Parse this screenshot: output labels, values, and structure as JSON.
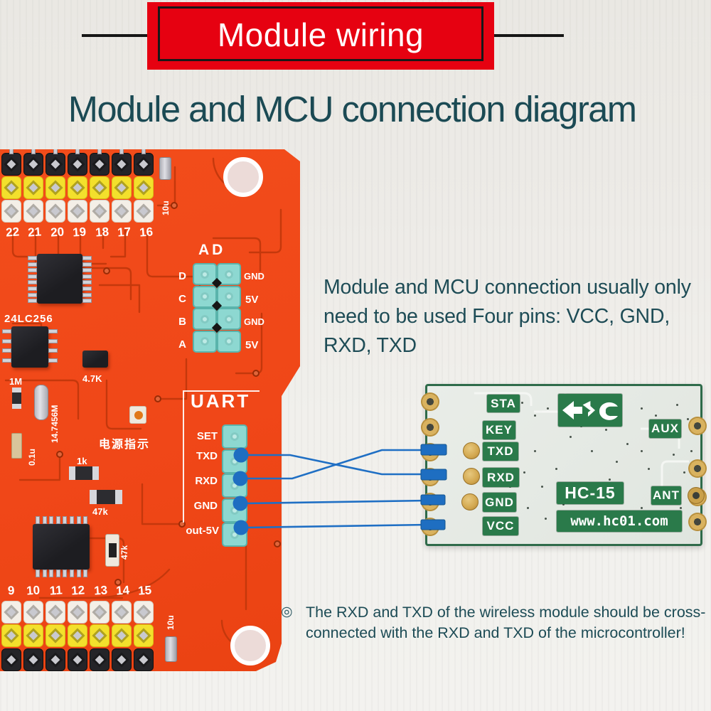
{
  "banner": {
    "label": "Module wiring"
  },
  "heading": "Module and MCU connection diagram",
  "description": "Module and MCU connection usually only need to be used Four pins: VCC, GND, RXD, TXD",
  "note": {
    "icon": "◎",
    "text": "The RXD and TXD of the wireless module should be cross-connected with the RXD and TXD of the microcontroller!"
  },
  "colors": {
    "banner_red": "#e60111",
    "text_teal": "#1c4b55",
    "pcb_orange": "#f04718",
    "trace_dark": "#c2380c",
    "header_teal": "#8dd8d1",
    "wire_blue": "#1f6fc4",
    "module_green": "#2a7a4a",
    "gold": "#d3a958",
    "cap_yellow": "#f3e02c"
  },
  "pcb": {
    "top_pins": [
      "22",
      "21",
      "20",
      "19",
      "18",
      "17",
      "16"
    ],
    "bottom_pins": [
      "9",
      "10",
      "11",
      "12",
      "13",
      "14",
      "15"
    ],
    "ad": {
      "title": "AD",
      "left_labels": [
        "D",
        "C",
        "B",
        "A"
      ],
      "right_labels": [
        "GND",
        "5V",
        "GND",
        "5V"
      ]
    },
    "uart": {
      "title": "UART",
      "pins": [
        "SET",
        "TXD",
        "RXD",
        "GND",
        "out-5V"
      ]
    },
    "components": {
      "eeprom": "24LC256",
      "r_pullup": "4.7K",
      "r_1m": "1M",
      "crystal": "14.7456M",
      "cap_01u": "0.1u",
      "power_label": "电源指示",
      "r_1k": "1k",
      "r_47k": "47k",
      "r_47k_b": "47k",
      "cap_10u_top": "10u",
      "cap_10u_bottom": "10u"
    }
  },
  "module": {
    "left_pins": [
      "STA",
      "KEY",
      "TXD",
      "RXD",
      "GND",
      "VCC"
    ],
    "right_pins": [
      "AUX",
      "ANT"
    ],
    "model": "HC-15",
    "website": "www.hc01.com"
  }
}
